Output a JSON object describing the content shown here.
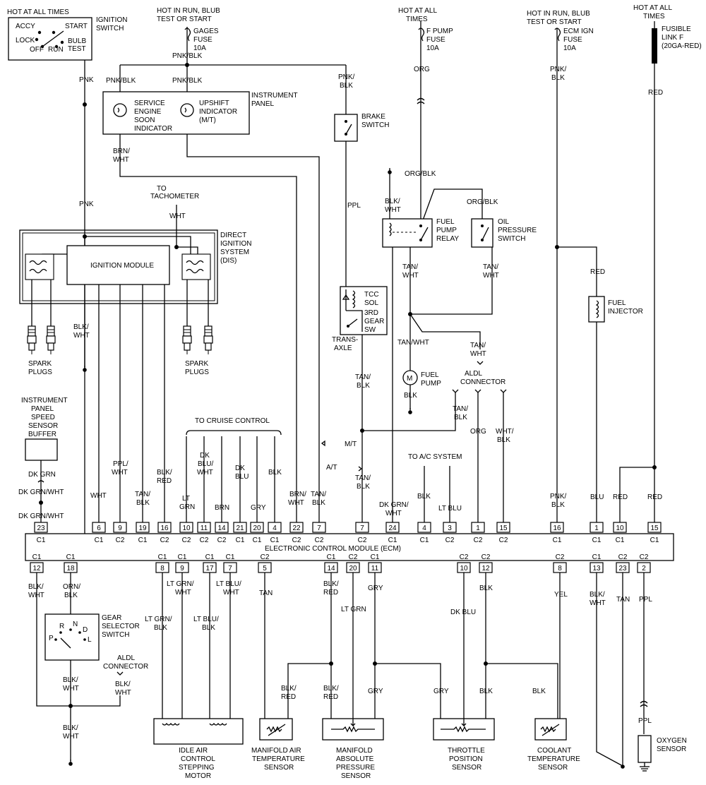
{
  "texts": {
    "hot_at_all_times_left": "HOT AT ALL TIMES",
    "ignition_switch": [
      "IGNITION",
      "SWITCH"
    ],
    "accy": "ACCY",
    "start": "START",
    "lock": "LOCK",
    "bulb_test": [
      "BULB",
      "TEST"
    ],
    "off": "OFF",
    "run": "RUN",
    "hot_in_run_left": [
      "HOT IN RUN, BLUB",
      "TEST OR START"
    ],
    "gages_fuse": [
      "GAGES",
      "FUSE",
      "10A"
    ],
    "pnk_blk_top": "PNK/BLK",
    "pnk_blk_a": "PNK/BLK",
    "pnk_blk_b": "PNK/BLK",
    "pnk_blk_brake": [
      "PNK/",
      "BLK"
    ],
    "service_engine": [
      "SERVICE",
      "ENGINE",
      "SOON",
      "INDICATOR"
    ],
    "upshift": [
      "UPSHIFT",
      "INDICATOR",
      "(M/T)"
    ],
    "instrument_panel": [
      "INSTRUMENT",
      "PANEL"
    ],
    "brake_switch": [
      "BRAKE",
      "SWITCH"
    ],
    "pnk_left": "PNK",
    "pnk_left2": "PNK",
    "brn_wht": [
      "BRN/",
      "WHT"
    ],
    "to_tachometer": [
      "TO",
      "TACHOMETER"
    ],
    "wht_tach": "WHT",
    "dis": [
      "DIRECT",
      "IGNITION",
      "SYSTEM",
      "(DIS)"
    ],
    "ignition_module": "IGNITION MODULE",
    "blk_wht_dis": [
      "BLK/",
      "WHT"
    ],
    "spark_plugs_l": [
      "SPARK",
      "PLUGS"
    ],
    "spark_plugs_r": [
      "SPARK",
      "PLUGS"
    ],
    "ppl_mid": "PPL",
    "tcc_sol": [
      "TCC",
      "SOL"
    ],
    "third_gear": [
      "3RD",
      "GEAR",
      "SW"
    ],
    "trans_axle": [
      "TRANS-",
      "AXLE"
    ],
    "tan_blk_a": [
      "TAN/",
      "BLK"
    ],
    "hot_at_all_times_fp": [
      "HOT AT ALL",
      "TIMES"
    ],
    "f_pump_fuse": [
      "F PUMP",
      "FUSE",
      "10A"
    ],
    "org": "ORG",
    "org_blk_a": "ORG/BLK",
    "org_blk_b": "ORG/BLK",
    "blk_wht_relay": [
      "BLK/",
      "WHT"
    ],
    "fuel_pump_relay": [
      "FUEL",
      "PUMP",
      "RELAY"
    ],
    "oil_pressure": [
      "OIL",
      "PRESSURE",
      "SWITCH"
    ],
    "tan_wht_a": [
      "TAN/",
      "WHT"
    ],
    "tan_wht_b": [
      "TAN/",
      "WHT"
    ],
    "tan_wht_c": "TAN/WHT",
    "tan_wht_d": [
      "TAN/",
      "WHT"
    ],
    "fuel_pump": [
      "FUEL",
      "PUMP"
    ],
    "blk_pump": "BLK",
    "aldl_top": [
      "ALDL",
      "CONNECTOR"
    ],
    "tan_blk_aldl": [
      "TAN/",
      "BLK"
    ],
    "org_aldl": "ORG",
    "wht_blk_aldl": [
      "WHT/",
      "BLK"
    ],
    "hot_in_run_ecm": [
      "HOT IN RUN, BLUB",
      "TEST OR START"
    ],
    "ecm_ign_fuse": [
      "ECM IGN",
      "FUSE",
      "10A"
    ],
    "pnk_blk_ecm": [
      "PNK/",
      "BLK"
    ],
    "hot_at_all_times_right": [
      "HOT AT ALL",
      "TIMES"
    ],
    "fusible_link": [
      "FUSIBLE",
      "LINK F",
      "(20GA-RED)"
    ],
    "red_a": "RED",
    "red_b": "RED",
    "fuel_injector": [
      "FUEL",
      "INJECTOR"
    ],
    "ipssb": [
      "INSTRUMENT",
      "PANEL",
      "SPEED",
      "SENSOR",
      "BUFFER"
    ],
    "dk_grn": "DK GRN",
    "dk_grn_wht_a": "DK GRN/WHT",
    "dk_grn_wht_b": "DK GRN/WHT",
    "wht_c1": "WHT",
    "ppl_wht": [
      "PPL/",
      "WHT"
    ],
    "tan_blk_19": [
      "TAN/",
      "BLK"
    ],
    "blk_red_16": [
      "BLK/",
      "RED"
    ],
    "to_cruise": "TO CRUISE CONTROL",
    "lt_grn": [
      "LT",
      "GRN"
    ],
    "dk_blu_wht": [
      "DK",
      "BLU/",
      "WHT"
    ],
    "brn": "BRN",
    "dk_blu": [
      "DK",
      "BLU"
    ],
    "gry_20": "GRY",
    "blk_4": "BLK",
    "brn_wht_22": [
      "BRN/",
      "WHT"
    ],
    "tan_blk_7": [
      "TAN/",
      "BLK"
    ],
    "mt": "M/T",
    "at": "A/T",
    "tan_blk_c2_7": [
      "TAN/",
      "BLK"
    ],
    "dk_grn_wht_24": [
      "DK GRN/",
      "WHT"
    ],
    "to_ac": "TO A/C SYSTEM",
    "blk_ac": "BLK",
    "lt_blu": "LT BLU",
    "pnk_blk_16": [
      "PNK/",
      "BLK"
    ],
    "blu": "BLU",
    "red_c": "RED",
    "red_d": "RED",
    "ecm": "ELECTRONIC CONTROL MODULE (ECM)",
    "blk_wht_12": [
      "BLK/",
      "WHT"
    ],
    "orn_blk": [
      "ORN/",
      "BLK"
    ],
    "gear_selector": [
      "GEAR",
      "SELECTOR",
      "SWITCH"
    ],
    "prndl": [
      "R",
      "N",
      "D",
      "P",
      "L"
    ],
    "aldl_bottom": [
      "ALDL",
      "CONNECTOR"
    ],
    "blk_wht_b1": [
      "BLK/",
      "WHT"
    ],
    "blk_wht_b2": [
      "BLK/",
      "WHT"
    ],
    "blk_wht_b3": [
      "BLK/",
      "WHT"
    ],
    "lt_grn_wht": [
      "LT GRN/",
      "WHT"
    ],
    "lt_blu_wht": [
      "LT BLU/",
      "WHT"
    ],
    "lt_grn_blk": [
      "LT GRN/",
      "BLK"
    ],
    "lt_blu_blk": [
      "LT BLU/",
      "BLK"
    ],
    "iac": [
      "IDLE AIR",
      "CONTROL",
      "STEPPING",
      "MOTOR"
    ],
    "tan_5": "TAN",
    "blk_red_14": [
      "BLK/",
      "RED"
    ],
    "lt_grn_20": "LT GRN",
    "gry_11": "GRY",
    "blk_red_l": [
      "BLK/",
      "RED"
    ],
    "blk_red_r": [
      "BLK/",
      "RED"
    ],
    "gry_l": "GRY",
    "gry_r": "GRY",
    "mat": [
      "MANIFOLD AIR",
      "TEMPERATURE",
      "SENSOR"
    ],
    "map": [
      "MANIFOLD",
      "ABSOLUTE",
      "PRESSURE",
      "SENSOR"
    ],
    "dk_blu_10": "DK BLU",
    "blk_12": "BLK",
    "blk_l": "BLK",
    "blk_r": "BLK",
    "tps": [
      "THROTTLE",
      "POSITION",
      "SENSOR"
    ],
    "yel": "YEL",
    "cts": [
      "COOLANT",
      "TEMPERATURE",
      "SENSOR"
    ],
    "blk_wht_13": [
      "BLK/",
      "WHT"
    ],
    "tan_23": "TAN",
    "ppl_2": "PPL",
    "ppl_o2": "PPL",
    "o2": [
      "OXYGEN",
      "SENSOR"
    ]
  },
  "pins_top": [
    {
      "num": "23",
      "conn": "C1"
    },
    {
      "num": "6",
      "conn": "C1"
    },
    {
      "num": "9",
      "conn": "C2"
    },
    {
      "num": "19",
      "conn": "C1"
    },
    {
      "num": "16",
      "conn": "C2"
    },
    {
      "num": "10",
      "conn": "C2"
    },
    {
      "num": "11",
      "conn": "C2"
    },
    {
      "num": "14",
      "conn": "C2"
    },
    {
      "num": "21",
      "conn": "C1"
    },
    {
      "num": "20",
      "conn": "C1"
    },
    {
      "num": "4",
      "conn": "C1"
    },
    {
      "num": "22",
      "conn": "C2"
    },
    {
      "num": "7",
      "conn": "C2"
    },
    {
      "num": "7",
      "conn": "C2"
    },
    {
      "num": "24",
      "conn": "C1"
    },
    {
      "num": "4",
      "conn": "C1"
    },
    {
      "num": "3",
      "conn": "C2"
    },
    {
      "num": "1",
      "conn": "C2"
    },
    {
      "num": "15",
      "conn": "C2"
    },
    {
      "num": "16",
      "conn": "C1"
    },
    {
      "num": "1",
      "conn": "C1"
    },
    {
      "num": "10",
      "conn": "C1"
    },
    {
      "num": "15",
      "conn": "C1"
    }
  ],
  "pins_bottom": [
    {
      "num": "12",
      "conn": "C1"
    },
    {
      "num": "18",
      "conn": "C1"
    },
    {
      "num": "8",
      "conn": "C1"
    },
    {
      "num": "9",
      "conn": "C1"
    },
    {
      "num": "17",
      "conn": "C1"
    },
    {
      "num": "7",
      "conn": "C1"
    },
    {
      "num": "5",
      "conn": "C2"
    },
    {
      "num": "14",
      "conn": "C1"
    },
    {
      "num": "20",
      "conn": "C2"
    },
    {
      "num": "11",
      "conn": "C1"
    },
    {
      "num": "10",
      "conn": "C2"
    },
    {
      "num": "12",
      "conn": "C2"
    },
    {
      "num": "8",
      "conn": "C2"
    },
    {
      "num": "13",
      "conn": "C1"
    },
    {
      "num": "23",
      "conn": "C2"
    },
    {
      "num": "2",
      "conn": "C2"
    }
  ]
}
